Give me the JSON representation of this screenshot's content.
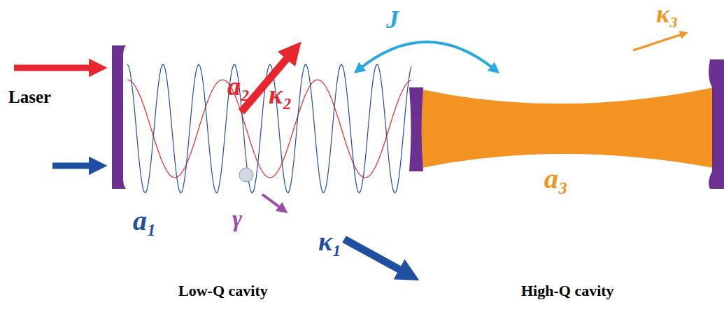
{
  "diagram": {
    "labels": [
      "Laser",
      "a₂",
      "κ₂",
      "J",
      "κ₃",
      "a₃",
      "a₁",
      "γ",
      "κ₁",
      "Low-Q cavity",
      "High-Q cavity"
    ]
  }
}
